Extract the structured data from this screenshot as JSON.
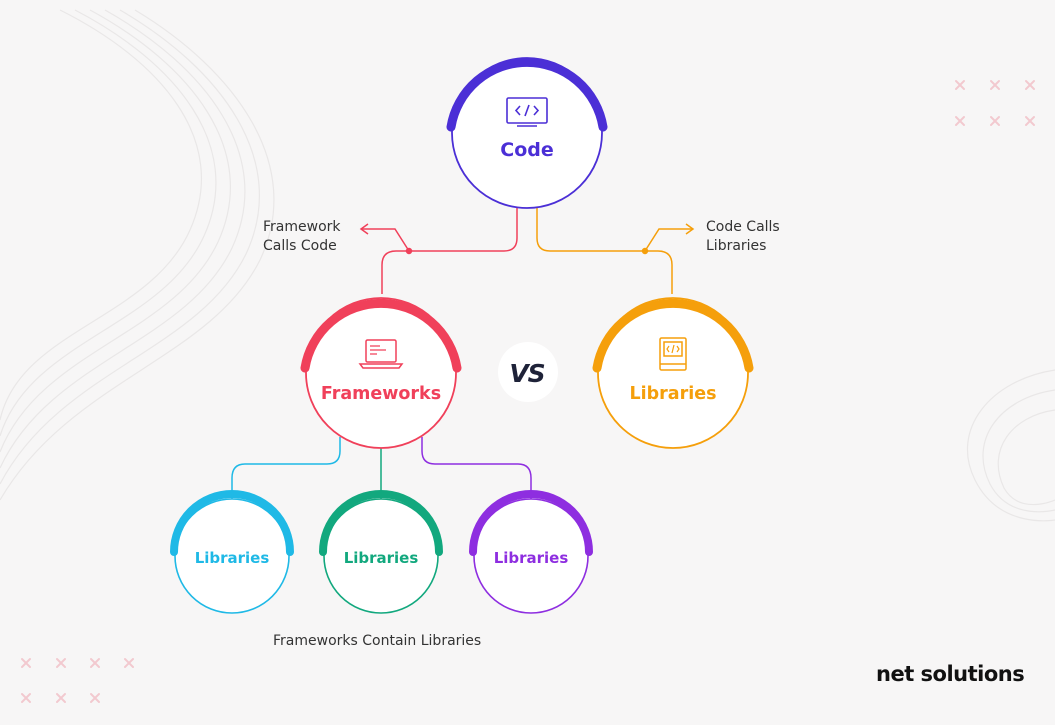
{
  "nodes": {
    "code": {
      "title": "Code",
      "color": "#4b2fd6",
      "icon": "monitor-code-icon"
    },
    "frameworks": {
      "title": "Frameworks",
      "color": "#f0405a",
      "icon": "laptop-code-icon"
    },
    "libraries_main": {
      "title": "Libraries",
      "color": "#f59f0b",
      "icon": "book-code-icon"
    },
    "libraries_cyan": {
      "title": "Libraries",
      "color": "#1fb9e6"
    },
    "libraries_green": {
      "title": "Libraries",
      "color": "#12a87e"
    },
    "libraries_purple": {
      "title": "Libraries",
      "color": "#8e2ee0"
    }
  },
  "vs_label": "VS",
  "labels": {
    "framework_calls_code": [
      "Framework",
      "Calls Code"
    ],
    "code_calls_libraries": [
      "Code Calls",
      "Libraries"
    ],
    "frameworks_contain_libraries": "Frameworks Contain Libraries"
  },
  "brand": "net solutions"
}
